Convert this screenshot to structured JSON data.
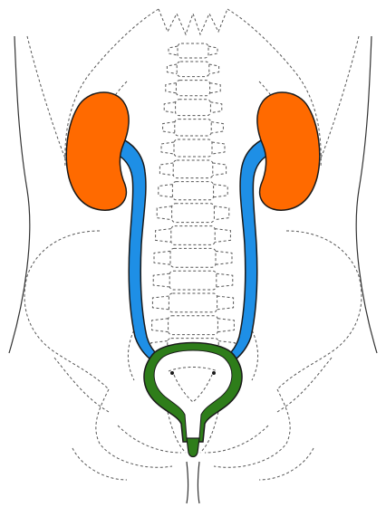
{
  "diagram": {
    "colors": {
      "kidney": "#ff6a00",
      "ureter": "#1e8fe6",
      "bladder": "#2e7d1a",
      "outline": "#555555",
      "background": "#ffffff"
    },
    "parts": [
      "left-kidney",
      "right-kidney",
      "left-ureter",
      "right-ureter",
      "bladder",
      "urethra"
    ]
  }
}
